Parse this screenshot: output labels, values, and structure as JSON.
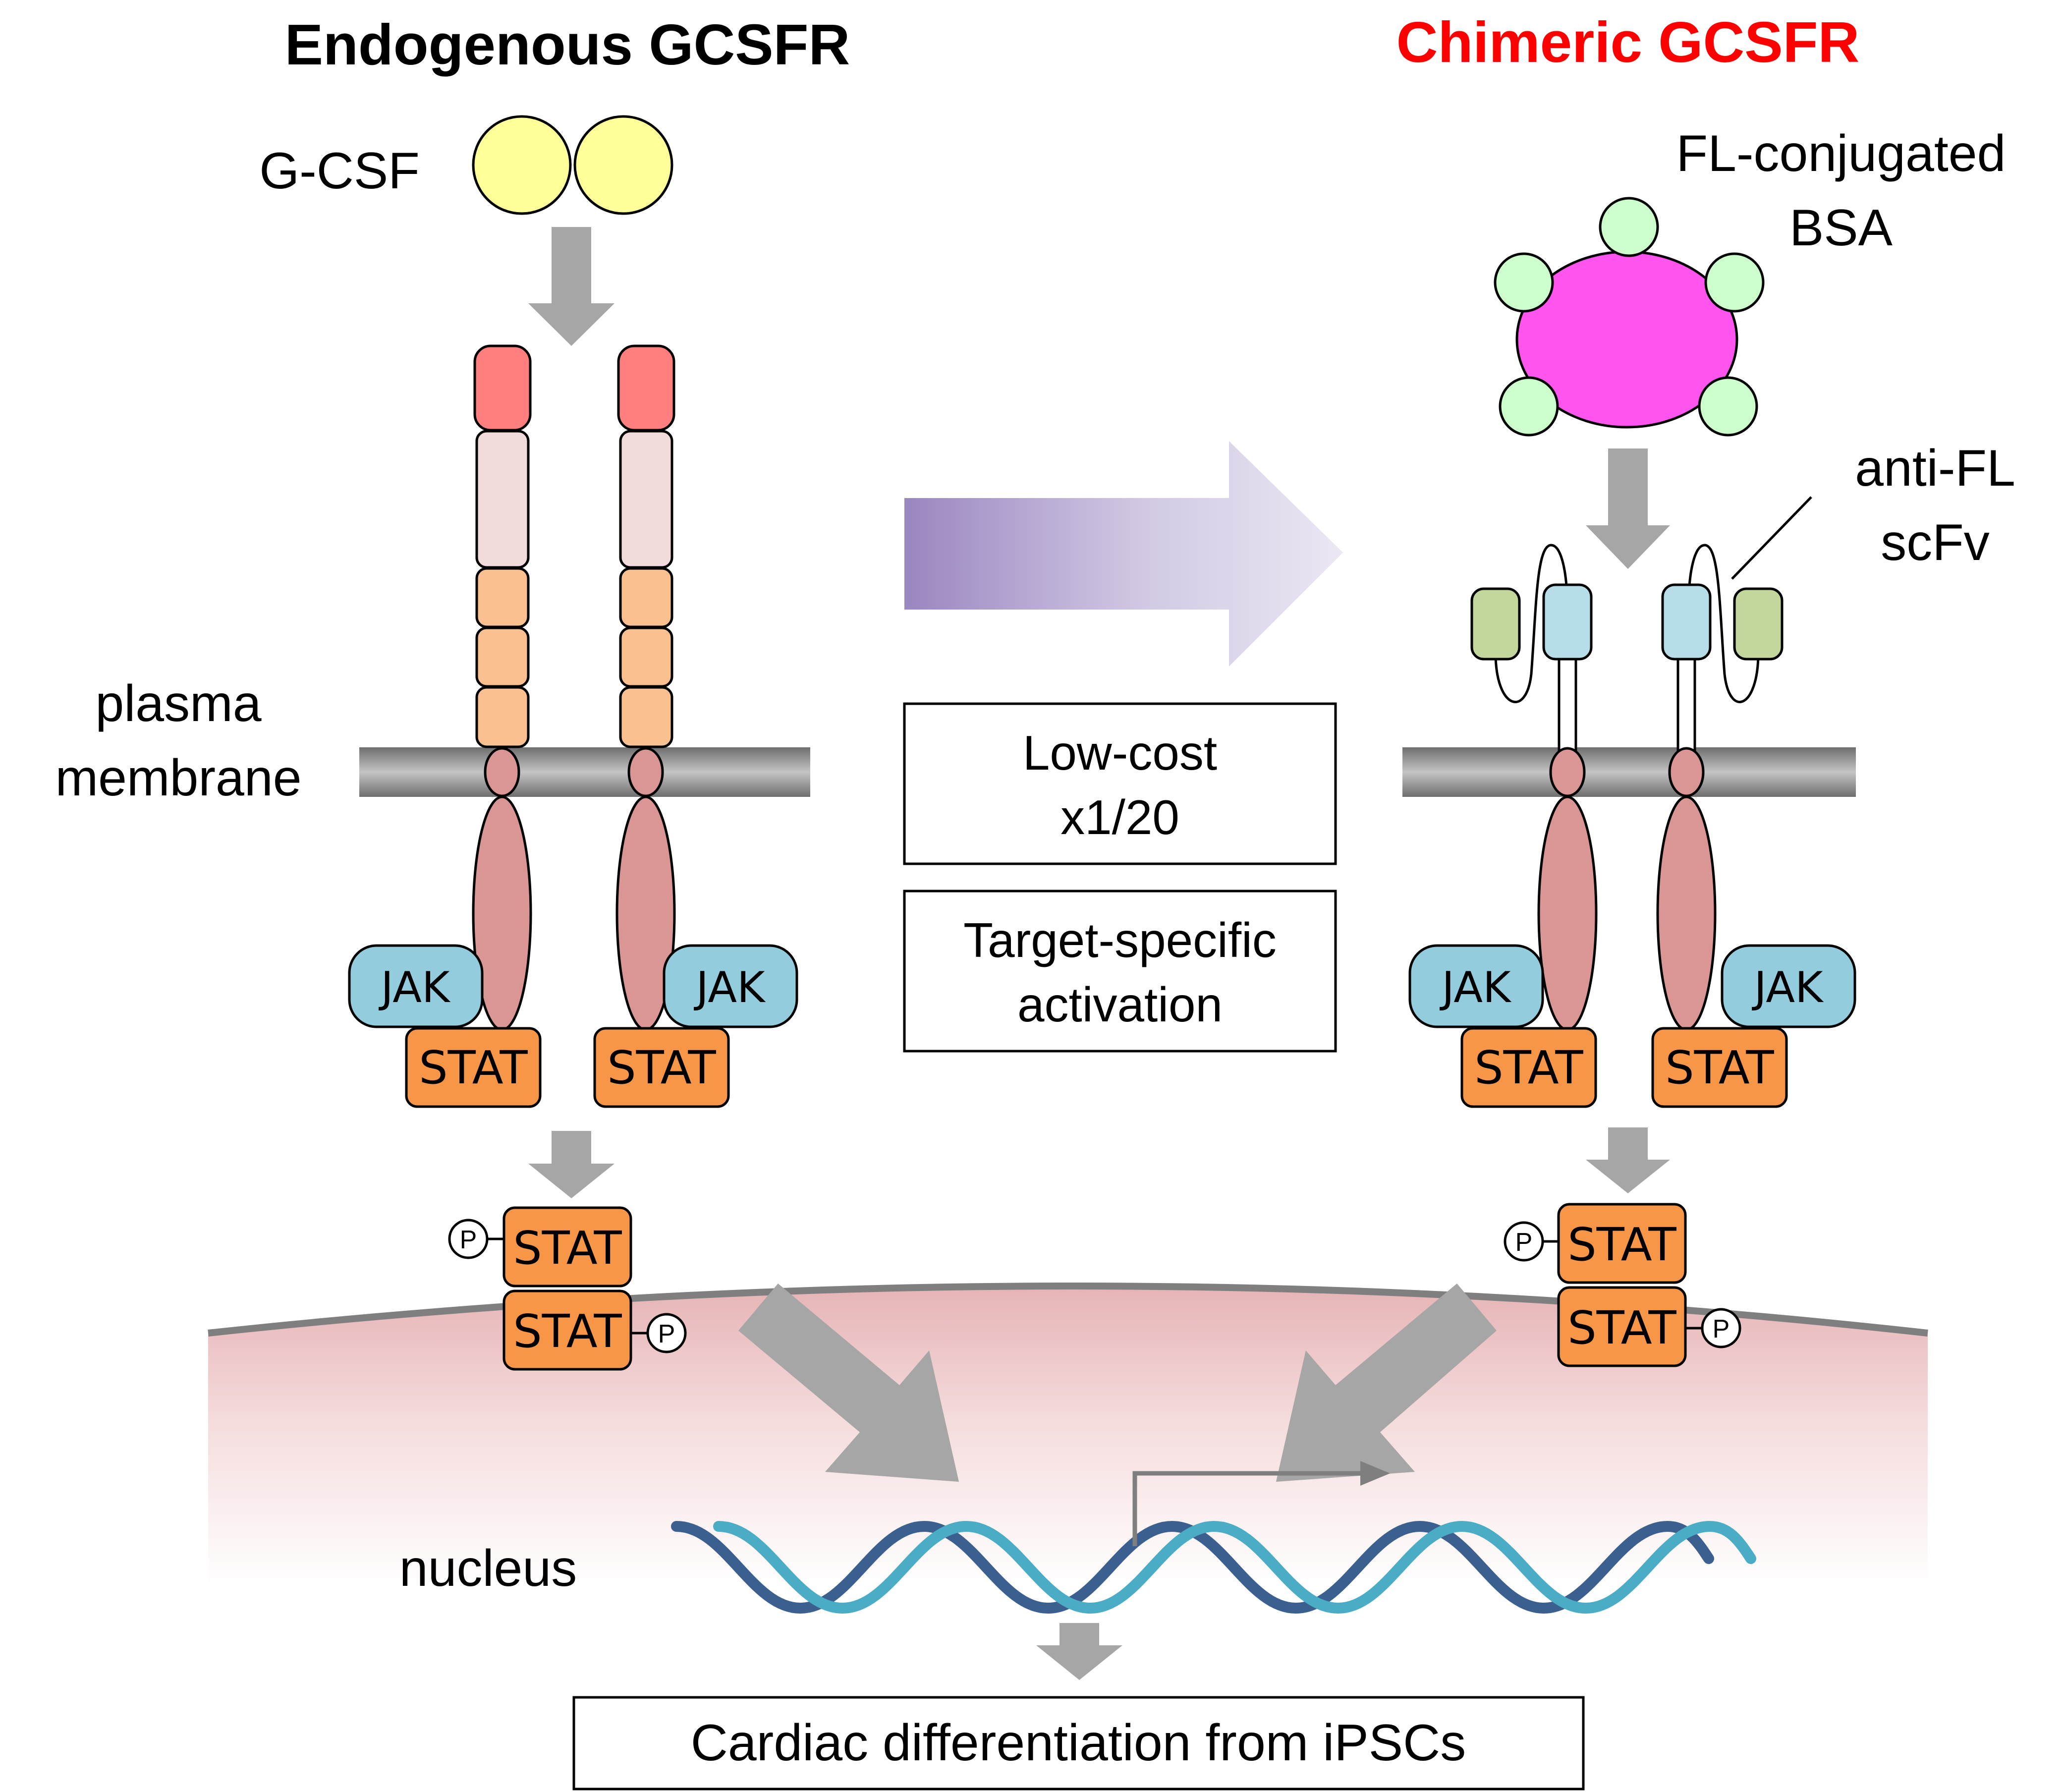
{
  "titles": {
    "endogenous": "Endogenous GCSFR",
    "chimeric": "Chimeric GCSFR"
  },
  "labels": {
    "gcsf": "G-CSF",
    "fl_bsa_line1": "FL-conjugated",
    "fl_bsa_line2": "BSA",
    "scfv_line1": "anti-FL",
    "scfv_line2": "scFv",
    "membrane_line1": "plasma",
    "membrane_line2": "membrane",
    "nucleus": "nucleus",
    "jak": "JAK",
    "stat": "STAT",
    "phospho": "P"
  },
  "boxes": {
    "cost_line1": "Low-cost",
    "cost_line2": "x1/20",
    "target_line1": "Target-specific",
    "target_line2": "activation"
  },
  "outcome": "Cardiac differentiation from iPSCs",
  "colors": {
    "title_red": "#ff0000",
    "gcsf_yellow": "#ffff99",
    "receptor_tip": "#ff7f7f",
    "receptor_pale": "#f2dcdb",
    "receptor_orange": "#fac090",
    "transmembrane": "#d99694",
    "jak": "#93cddd",
    "stat": "#f79646",
    "bsa_magenta": "#ff55ee",
    "fl_green": "#ccffcc",
    "scfv_green": "#c3d69b",
    "scfv_blue": "#b7dee8",
    "membrane_gray": "#808080",
    "arrow_gray": "#a6a6a6",
    "dna_dark": "#3b5f8f",
    "dna_light": "#4bacc6",
    "nucleus_pink": "#e6b9b8"
  }
}
